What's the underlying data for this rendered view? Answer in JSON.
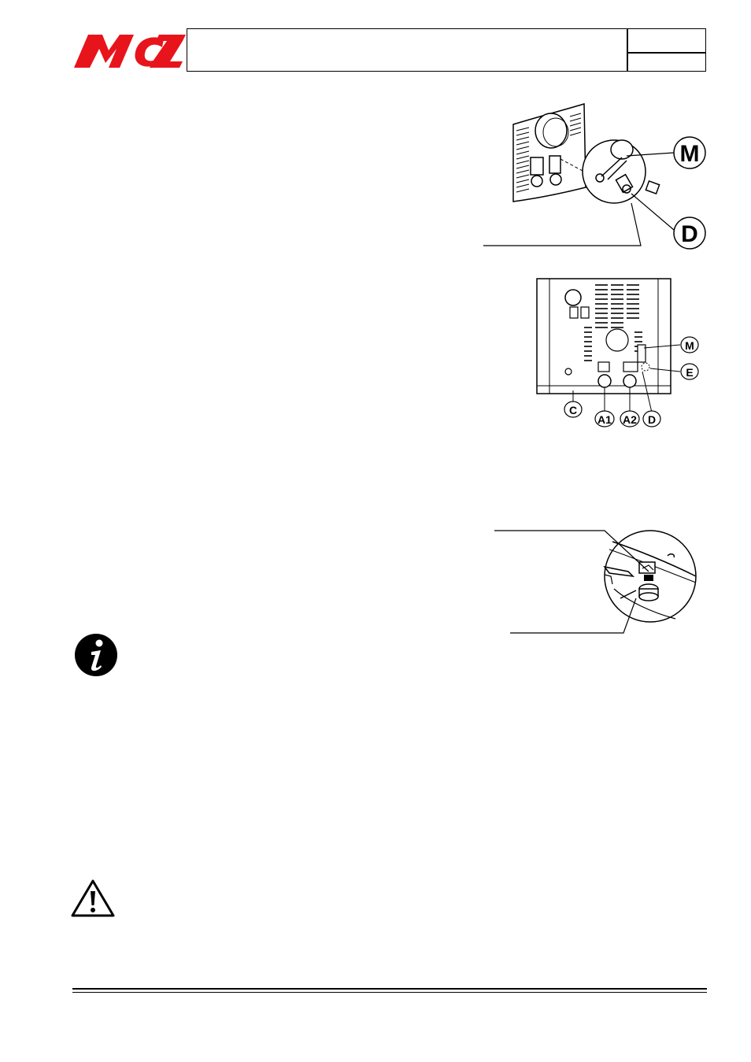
{
  "header": {
    "brand": "MCZ",
    "brand_color": "#e8141b",
    "title": "",
    "page_code": "",
    "page_number": ""
  },
  "figure1": {
    "labels": [
      "M",
      "D"
    ]
  },
  "figure2": {
    "labels": [
      "M",
      "E",
      "C",
      "A1",
      "A2",
      "D"
    ]
  },
  "figure3": {
    "labels": []
  },
  "icons": {
    "info": "info-icon",
    "warning": "warning-icon"
  }
}
